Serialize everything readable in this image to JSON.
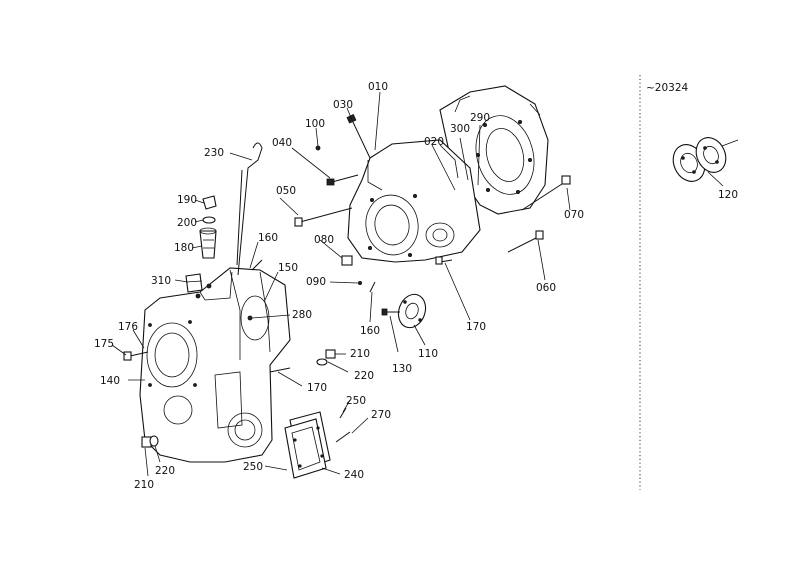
{
  "serial_note": "~20324",
  "callouts": [
    {
      "id": "010",
      "label": "010"
    },
    {
      "id": "030",
      "label": "030"
    },
    {
      "id": "100",
      "label": "100"
    },
    {
      "id": "040",
      "label": "040"
    },
    {
      "id": "300",
      "label": "300"
    },
    {
      "id": "290",
      "label": "290"
    },
    {
      "id": "020",
      "label": "020"
    },
    {
      "id": "230",
      "label": "230"
    },
    {
      "id": "050",
      "label": "050"
    },
    {
      "id": "070",
      "label": "070"
    },
    {
      "id": "190",
      "label": "190"
    },
    {
      "id": "200",
      "label": "200"
    },
    {
      "id": "180",
      "label": "180"
    },
    {
      "id": "080",
      "label": "080"
    },
    {
      "id": "160a",
      "label": "160"
    },
    {
      "id": "150",
      "label": "150"
    },
    {
      "id": "090",
      "label": "090"
    },
    {
      "id": "060",
      "label": "060"
    },
    {
      "id": "310",
      "label": "310"
    },
    {
      "id": "280",
      "label": "280"
    },
    {
      "id": "160b",
      "label": "160"
    },
    {
      "id": "170a",
      "label": "170"
    },
    {
      "id": "176",
      "label": "176"
    },
    {
      "id": "175",
      "label": "175"
    },
    {
      "id": "110",
      "label": "110"
    },
    {
      "id": "130",
      "label": "130"
    },
    {
      "id": "210a",
      "label": "210"
    },
    {
      "id": "220a",
      "label": "220"
    },
    {
      "id": "140",
      "label": "140"
    },
    {
      "id": "170b",
      "label": "170"
    },
    {
      "id": "250a",
      "label": "250"
    },
    {
      "id": "270",
      "label": "270"
    },
    {
      "id": "220b",
      "label": "220"
    },
    {
      "id": "250b",
      "label": "250"
    },
    {
      "id": "240",
      "label": "240"
    },
    {
      "id": "210b",
      "label": "210"
    },
    {
      "id": "120",
      "label": "120"
    }
  ]
}
